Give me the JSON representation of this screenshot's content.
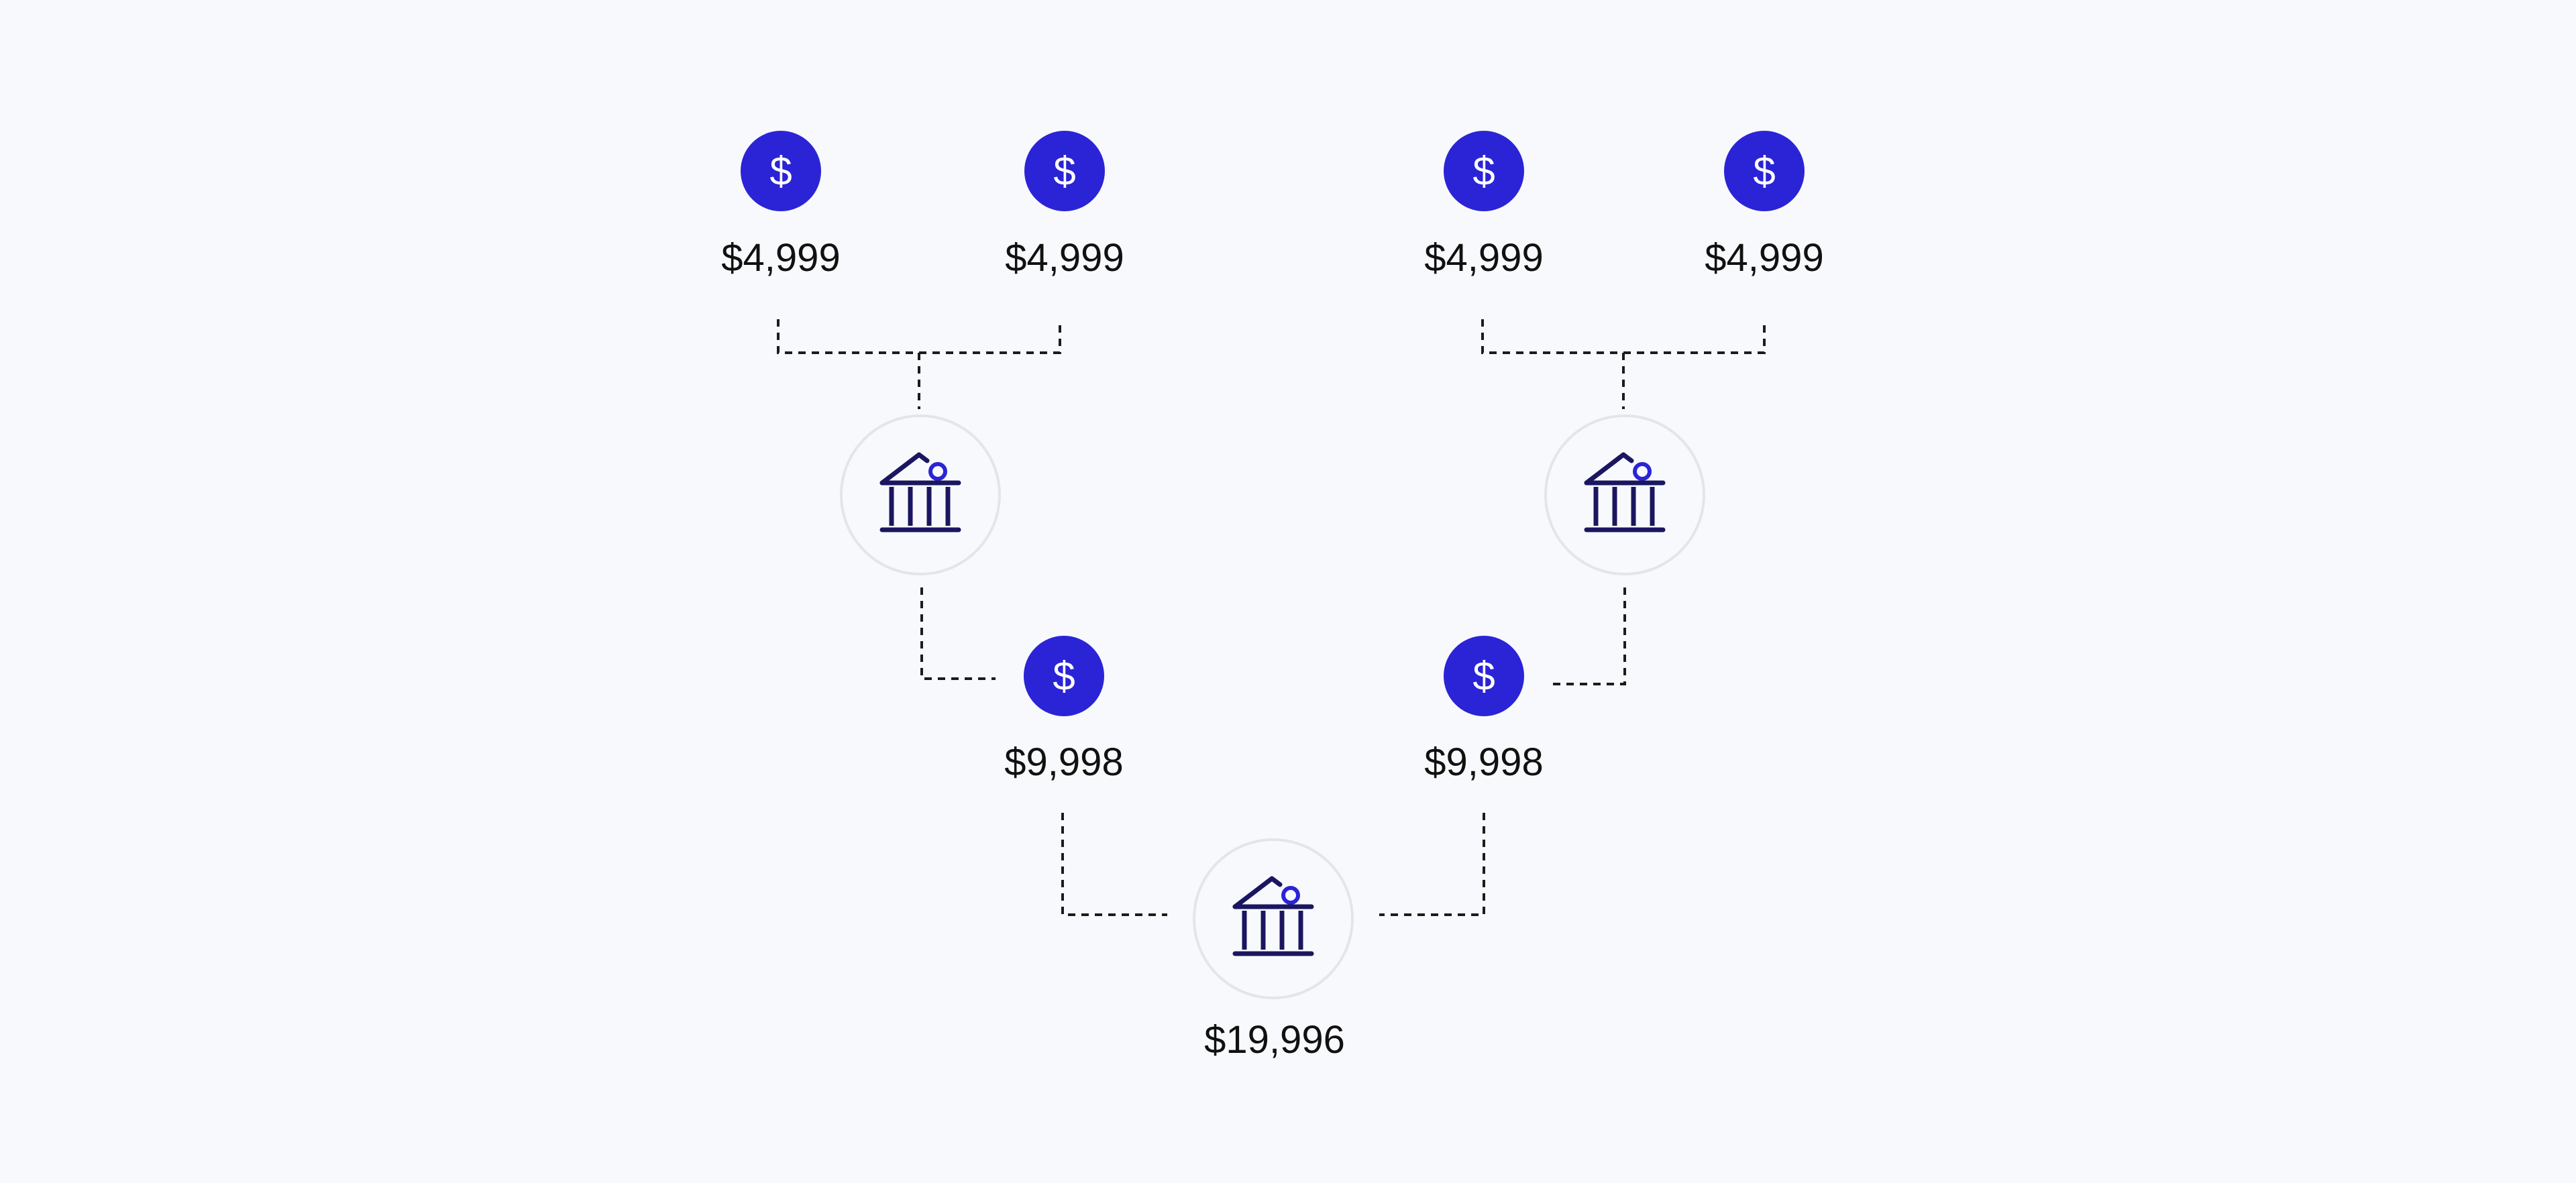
{
  "colors": {
    "background": "#f8f9fc",
    "coin": "#2b24d6",
    "coin_glyph": "#ffffff",
    "bank_circle_fill": "#f8f9fc",
    "bank_circle_stroke": "#e4e5ec",
    "bank_icon": "#1a1660",
    "bank_icon_accent": "#2b24d6",
    "connector": "#1c1c1c",
    "label_text": "#111111"
  },
  "coin_symbol": "$",
  "icons": {
    "coin": "dollar-coin-icon",
    "bank": "bank-building-icon"
  },
  "sources": [
    {
      "amount": "$4,999"
    },
    {
      "amount": "$4,999"
    },
    {
      "amount": "$4,999"
    },
    {
      "amount": "$4,999"
    }
  ],
  "intermediate": [
    {
      "amount": "$9,998"
    },
    {
      "amount": "$9,998"
    }
  ],
  "total": {
    "amount": "$19,996"
  }
}
